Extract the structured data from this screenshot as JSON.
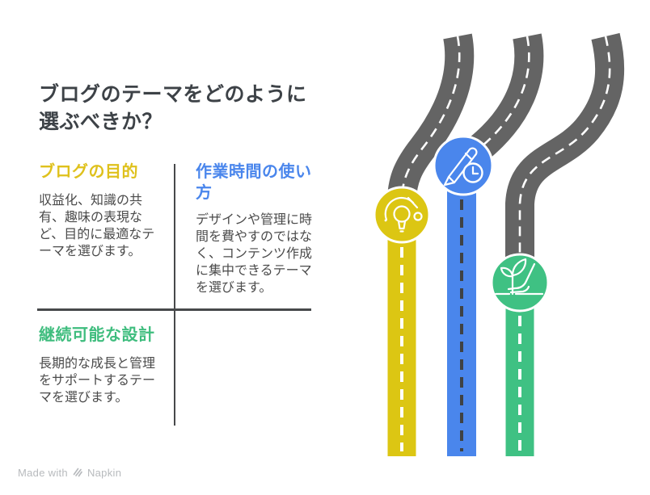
{
  "page": {
    "title": "ブログのテーマをどのように\n選ぶべきか？",
    "background": "#ffffff",
    "text_color": "#3d4247"
  },
  "sections": [
    {
      "heading": "ブログの目的",
      "body": "収益化、知識の共有、趣味の表現など、目的に最適なテーマを選びます。",
      "accent": "#dfc11c"
    },
    {
      "heading": "作業時間の使い方",
      "body": "デザインや管理に時間を費やすのではなく、コンテンツ作成に集中できるテーマを選びます。",
      "accent": "#4a86ec"
    },
    {
      "heading": "継続可能な設計",
      "body": "長期的な成長と管理をサポートするテーマを選びます。",
      "accent": "#3fbd7e"
    }
  ],
  "roadmap": {
    "road_color": "#646464",
    "road_lane_dash_color": "#ffffff",
    "roads": [
      {
        "icon": "lightbulb-cycle-icon",
        "color": "#dcc613",
        "dash_color": "#ffffff"
      },
      {
        "icon": "pencil-clock-icon",
        "color": "#4a86ec",
        "dash_color": "#3f4244"
      },
      {
        "icon": "hand-plant-icon",
        "color": "#3fc183",
        "dash_color": "#ffffff"
      }
    ]
  },
  "footer": {
    "made_with": "Made with",
    "brand": "Napkin",
    "logo_icon": "napkin-logo-icon",
    "color": "#b7babd"
  }
}
